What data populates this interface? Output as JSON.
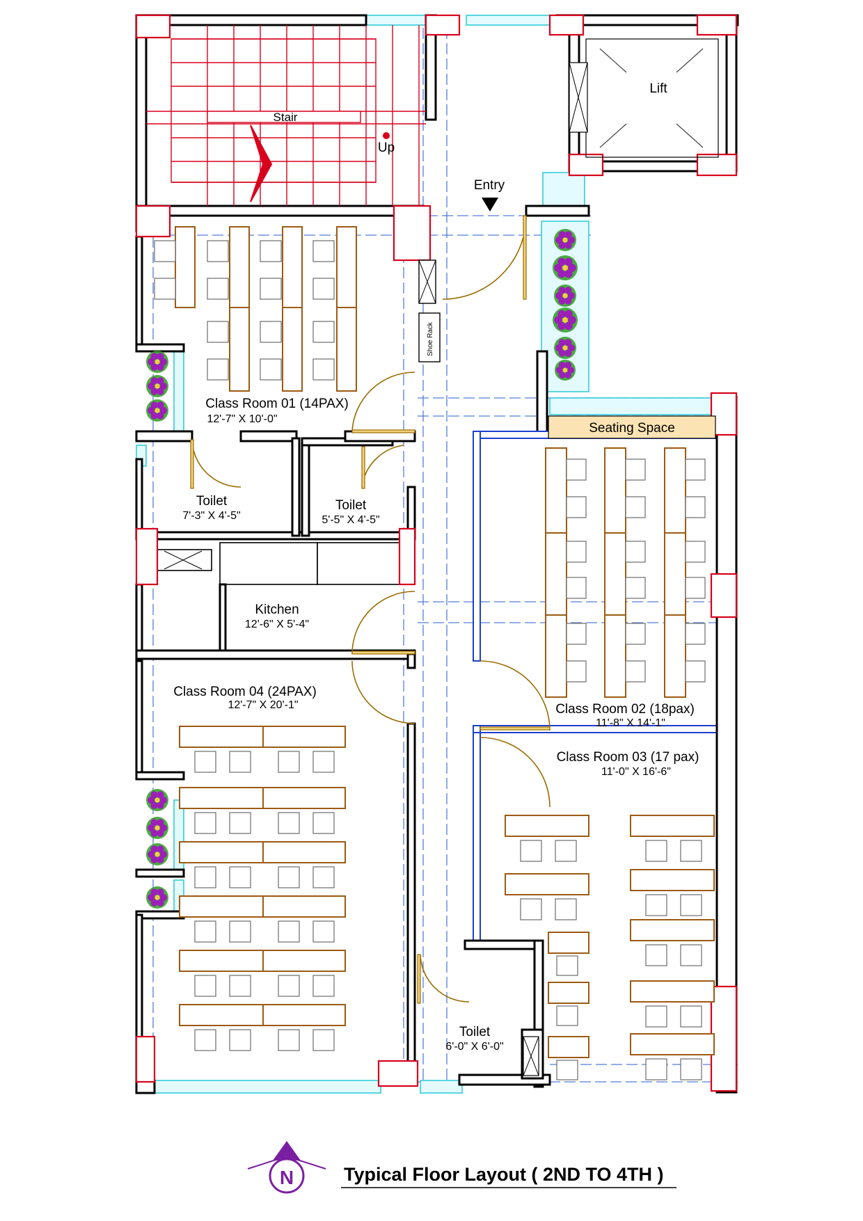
{
  "plan": {
    "stair": {
      "label": "Stair",
      "up": "Up"
    },
    "entry": "Entry",
    "lift": "Lift",
    "shoe_rack": "Shoe Rack",
    "seating": "Seating Space",
    "rooms": [
      {
        "name": "Class Room 01 (14PAX)",
        "size": "12'-7\" X 10'-0\""
      },
      {
        "name": "Toilet",
        "size": "7'-3\" X 4'-5\""
      },
      {
        "name": "Toilet",
        "size": "5'-5\" X 4'-5\""
      },
      {
        "name": "Kitchen",
        "size": "12'-6\" X 5'-4\""
      },
      {
        "name": "Class Room 04 (24PAX)",
        "size": "12'-7\" X 20'-1\""
      },
      {
        "name": "Class Room 02 (18pax)",
        "size": "11'-8\" X 14'-1\""
      },
      {
        "name": "Class Room 03 (17 pax)",
        "size": "11'-0\" X 16'-6\""
      },
      {
        "name": "Toilet",
        "size": "6'-0\" X 6'-0\""
      }
    ],
    "north": "N",
    "title": "Typical Floor Layout  ( 2ND TO 4TH )",
    "colors": {
      "wall": "#000000",
      "column": "#d8001c",
      "window": "#27c9d6",
      "grid": "#3f6fd8",
      "desk": "#9c5a12",
      "seating": "#fbe3b4",
      "north_arrow": "#7b1fa2"
    }
  }
}
